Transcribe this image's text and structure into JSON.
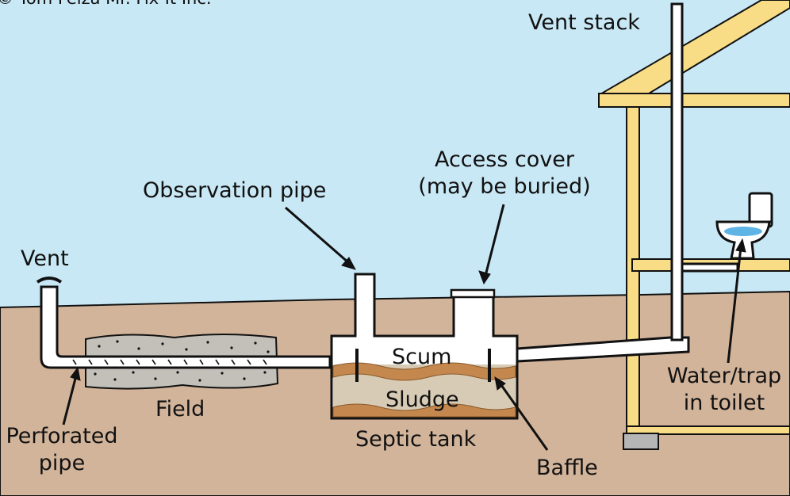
{
  "copyright": "© Tom Feiza Mr. Fix-It Inc.",
  "labels": {
    "vent_stack": "Vent stack",
    "access_cover_line1": "Access cover",
    "access_cover_line2": "(may be buried)",
    "observation_pipe": "Observation pipe",
    "vent": "Vent",
    "scum": "Scum",
    "sludge": "Sludge",
    "field": "Field",
    "septic_tank": "Septic tank",
    "perforated_pipe_line1": "Perforated",
    "perforated_pipe_line2": "pipe",
    "baffle": "Baffle",
    "water_trap_line1": "Water/trap",
    "water_trap_line2": "in toilet"
  },
  "colors": {
    "sky": "#c9e8f5",
    "ground": "#d2b49b",
    "framing": "#f8dc86",
    "water": "#5fb4e6",
    "scum": "#c4884f",
    "tank_liquid": "#d8cbb5"
  }
}
